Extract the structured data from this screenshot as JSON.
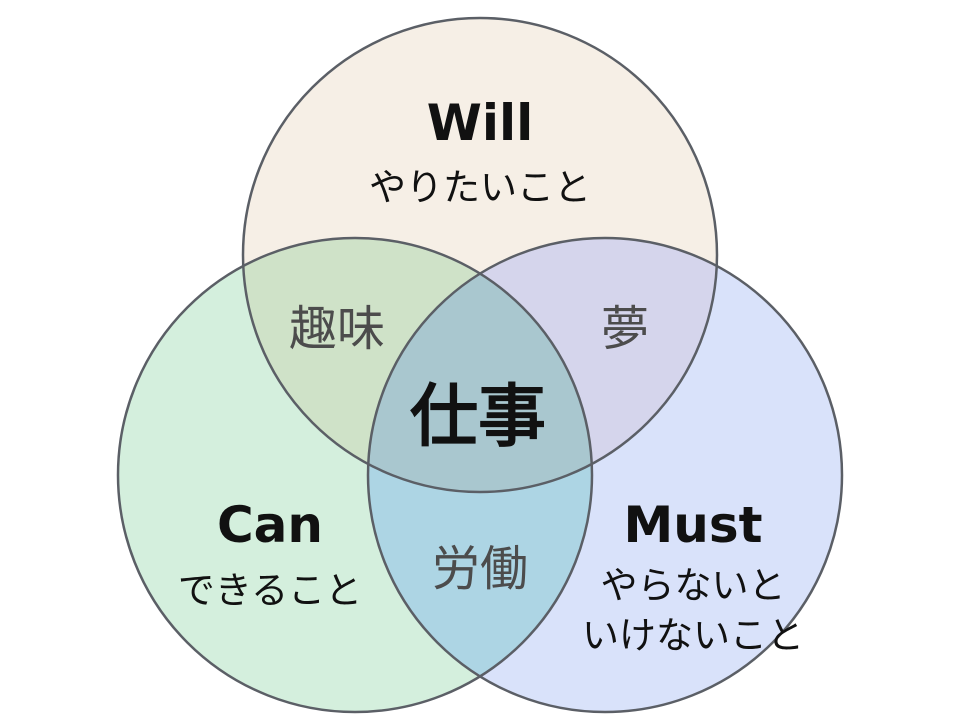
{
  "diagram": {
    "colors": {
      "will_fill": "#f6efe6",
      "can_fill": "#d4efdd",
      "must_fill": "#d9e2fa",
      "will_can_fill": "#cfe2c8",
      "will_must_fill": "#d5d5ec",
      "can_must_fill": "#add5e4",
      "center_fill": "#a9c7cf",
      "stroke": "#5b5f66"
    },
    "will": {
      "title": "Will",
      "subtitle": "やりたいこと"
    },
    "can": {
      "title": "Can",
      "subtitle": "できること"
    },
    "must": {
      "title": "Must",
      "subtitle_line1": "やらないと",
      "subtitle_line2": "いけないこと"
    },
    "overlaps": {
      "will_can": "趣味",
      "will_must": "夢",
      "can_must": "労働",
      "center": "仕事"
    }
  }
}
